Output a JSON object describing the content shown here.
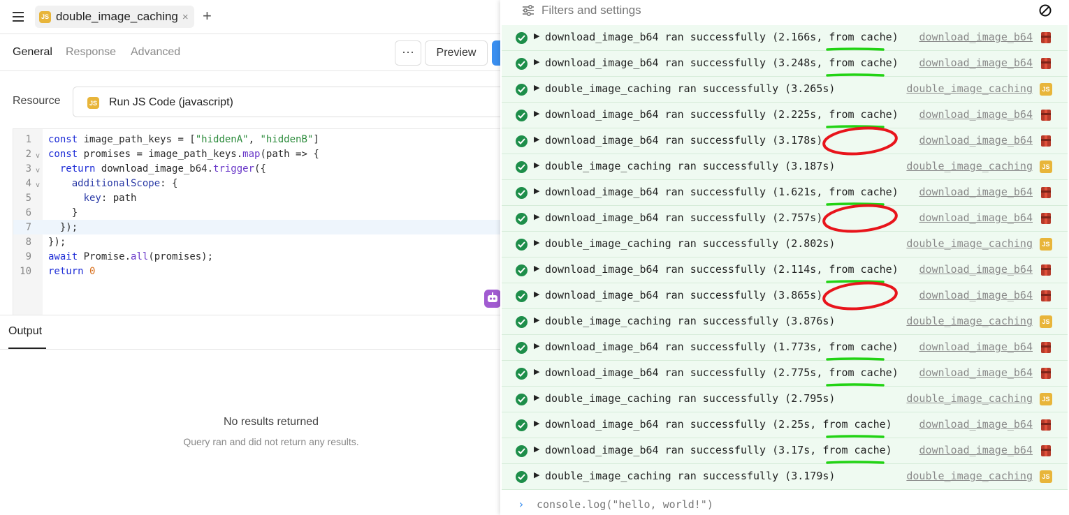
{
  "tabbar": {
    "file_tab_label": "double_image_caching",
    "file_tab_badge": "JS",
    "close_glyph": "×",
    "add_glyph": "+"
  },
  "subtabs": {
    "general": "General",
    "response": "Response",
    "advanced": "Advanced",
    "more": "···",
    "preview": "Preview"
  },
  "resource": {
    "label": "Resource",
    "badge": "JS",
    "value": "Run JS Code (javascript)"
  },
  "code_line_numbers": [
    "1",
    "2",
    "3",
    "4",
    "5",
    "6",
    "7",
    "8",
    "9",
    "10"
  ],
  "output": {
    "tab": "Output",
    "empty_title": "No results returned",
    "empty_subtitle": "Query ran and did not return any results."
  },
  "console": {
    "filters_label": "Filters and settings",
    "rows": [
      {
        "message": "download_image_b64 ran successfully (2.166s, from cache)",
        "source": "download_image_b64",
        "source_icon": "aws-lambda-icon"
      },
      {
        "message": "download_image_b64 ran successfully (3.248s, from cache)",
        "source": "download_image_b64",
        "source_icon": "aws-lambda-icon"
      },
      {
        "message": "double_image_caching ran successfully (3.265s)",
        "source": "double_image_caching",
        "source_icon": "js-icon"
      },
      {
        "message": "download_image_b64 ran successfully (2.225s, from cache)",
        "source": "download_image_b64",
        "source_icon": "aws-lambda-icon"
      },
      {
        "message": "download_image_b64 ran successfully (3.178s)",
        "source": "download_image_b64",
        "source_icon": "aws-lambda-icon"
      },
      {
        "message": "double_image_caching ran successfully (3.187s)",
        "source": "double_image_caching",
        "source_icon": "js-icon"
      },
      {
        "message": "download_image_b64 ran successfully (1.621s, from cache)",
        "source": "download_image_b64",
        "source_icon": "aws-lambda-icon"
      },
      {
        "message": "download_image_b64 ran successfully (2.757s)",
        "source": "download_image_b64",
        "source_icon": "aws-lambda-icon"
      },
      {
        "message": "double_image_caching ran successfully (2.802s)",
        "source": "double_image_caching",
        "source_icon": "js-icon"
      },
      {
        "message": "download_image_b64 ran successfully (2.114s, from cache)",
        "source": "download_image_b64",
        "source_icon": "aws-lambda-icon"
      },
      {
        "message": "download_image_b64 ran successfully (3.865s)",
        "source": "download_image_b64",
        "source_icon": "aws-lambda-icon"
      },
      {
        "message": "double_image_caching ran successfully (3.876s)",
        "source": "double_image_caching",
        "source_icon": "js-icon"
      },
      {
        "message": "download_image_b64 ran successfully (1.773s, from cache)",
        "source": "download_image_b64",
        "source_icon": "aws-lambda-icon"
      },
      {
        "message": "download_image_b64 ran successfully (2.775s, from cache)",
        "source": "download_image_b64",
        "source_icon": "aws-lambda-icon"
      },
      {
        "message": "double_image_caching ran successfully (2.795s)",
        "source": "double_image_caching",
        "source_icon": "js-icon"
      },
      {
        "message": "download_image_b64 ran successfully (2.25s, from cache)",
        "source": "download_image_b64",
        "source_icon": "aws-lambda-icon"
      },
      {
        "message": "download_image_b64 ran successfully (3.17s, from cache)",
        "source": "download_image_b64",
        "source_icon": "aws-lambda-icon"
      },
      {
        "message": "double_image_caching ran successfully (3.179s)",
        "source": "double_image_caching",
        "source_icon": "js-icon"
      }
    ],
    "prompt_text": "console.log(\"hello, world!\")"
  },
  "colors": {
    "accent": "#3a8ff0",
    "success": "#1e8e4a",
    "row_bg": "#effaf1",
    "js_badge": "#e8b53a",
    "annotation_green": "#22d314",
    "annotation_red": "#e8141b"
  }
}
